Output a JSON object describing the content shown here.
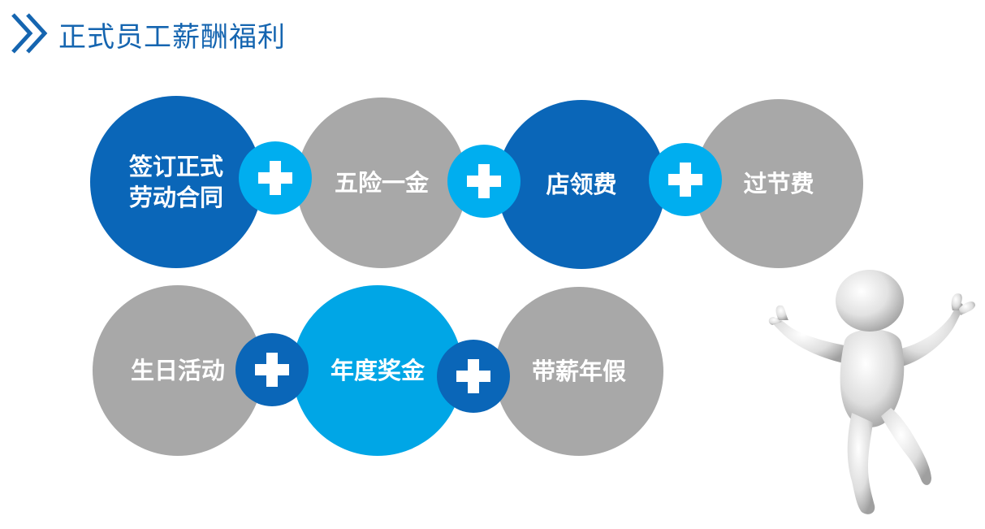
{
  "header": {
    "title": "正式员工薪酬福利",
    "icon": "double-chevron-right-icon"
  },
  "benefits": {
    "row1": [
      {
        "label": "签订正式\n劳动合同",
        "color": "#0a66b8"
      },
      {
        "label": "五险一金",
        "color": "#a8a8a8"
      },
      {
        "label": "店领费",
        "color": "#0a66b8"
      },
      {
        "label": "过节费",
        "color": "#a8a8a8"
      }
    ],
    "row2": [
      {
        "label": "生日活动",
        "color": "#a8a8a8"
      },
      {
        "label": "年度奖金",
        "color": "#00a6e6"
      },
      {
        "label": "带薪年假",
        "color": "#a8a8a8"
      }
    ],
    "plus_icon": "plus-icon",
    "plus_colors": {
      "light": "#00aeef",
      "dark": "#0a66b8"
    }
  },
  "decoration": {
    "figure_icon": "cheering-3d-person-icon"
  }
}
